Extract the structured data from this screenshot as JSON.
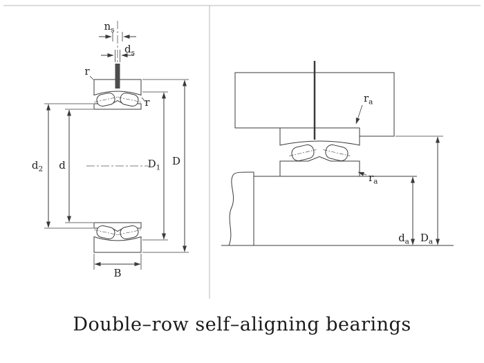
{
  "caption": "Double–row self–aligning bearings",
  "colors": {
    "line": "#3a3a3a",
    "hatch": "#4a4a4a",
    "divider": "#b9b9b9",
    "caption_text": "#1b1b1b",
    "lube_hole_fill": "#4d4d4d",
    "background": "#ffffff"
  },
  "left_view": {
    "labels": {
      "ns": {
        "base": "n",
        "sub": "s"
      },
      "ds": {
        "base": "d",
        "sub": "s"
      },
      "r_top_left": {
        "base": "r",
        "sub": ""
      },
      "r_right": {
        "base": "r",
        "sub": ""
      },
      "d2": {
        "base": "d",
        "sub": "2"
      },
      "d": {
        "base": "d",
        "sub": ""
      },
      "D1": {
        "base": "D",
        "sub": "1"
      },
      "D": {
        "base": "D",
        "sub": ""
      },
      "B": {
        "base": "B",
        "sub": ""
      }
    }
  },
  "right_view": {
    "labels": {
      "ra_housing": {
        "base": "r",
        "sub": "a"
      },
      "ra_shaft": {
        "base": "r",
        "sub": "a"
      },
      "da": {
        "base": "d",
        "sub": "a"
      },
      "Da": {
        "base": "D",
        "sub": "a"
      }
    }
  }
}
